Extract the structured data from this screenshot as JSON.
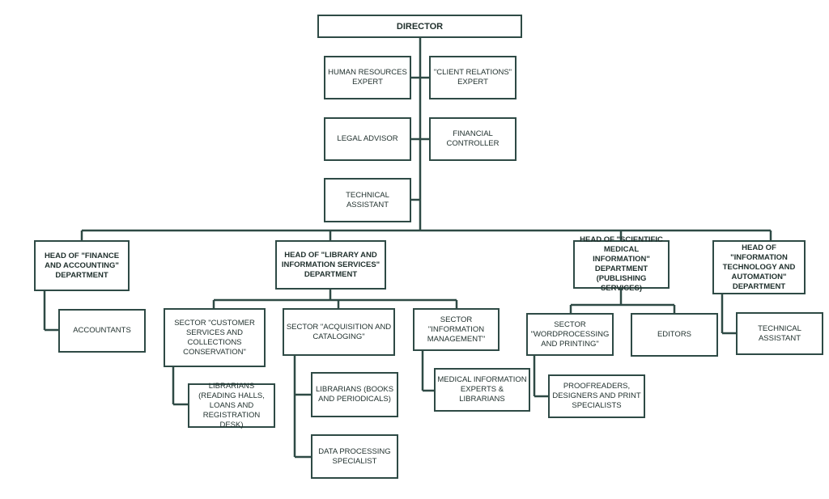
{
  "colors": {
    "line": "#2e4a45",
    "box_border": "#2e4a45",
    "text": "#1f2f2c"
  },
  "nodes": {
    "director": "DIRECTOR",
    "hr_expert": "HUMAN RESOURCES EXPERT",
    "client_relations": "\"CLIENT RELATIONS\" EXPERT",
    "legal_advisor": "LEGAL ADVISOR",
    "financial_controller": "FINANCIAL CONTROLLER",
    "technical_assistant_top": "TECHNICAL ASSISTANT",
    "head_finance": "HEAD OF \"FINANCE AND ACCOUNTING\" DEPARTMENT",
    "head_library": "HEAD OF \"LIBRARY AND INFORMATION SERVICES\" DEPARTMENT",
    "head_scientific": "HEAD OF \"SCIENTIFIC MEDICAL INFORMATION\" DEPARTMENT (PUBLISHING SERVICES)",
    "head_it": "HEAD OF \"INFORMATION TECHNOLOGY AND AUTOMATION\" DEPARTMENT",
    "accountants": "ACCOUNTANTS",
    "sector_customer": "SECTOR \"CUSTOMER SERVICES AND COLLECTIONS CONSERVATION\"",
    "sector_acquisition": "SECTOR \"ACQUISITION AND CATALOGING\"",
    "sector_info_mgmt": "SECTOR \"INFORMATION MANAGEMENT\"",
    "sector_wordprocessing": "SECTOR \"WORDPROCESSING AND PRINTING\"",
    "editors": "EDITORS",
    "technical_assistant_it": "TECHNICAL ASSISTANT",
    "librarians_reading": "LIBRARIANS (READING HALLS, LOANS AND REGISTRATION DESK)",
    "librarians_books": "LIBRARIANS (BOOKS AND PERIODICALS)",
    "data_processing": "DATA PROCESSING SPECIALIST",
    "medical_info_experts": "MEDICAL INFORMATION EXPERTS & LIBRARIANS",
    "proofreaders": "PROOFREADERS, DESIGNERS AND PRINT SPECIALISTS"
  }
}
